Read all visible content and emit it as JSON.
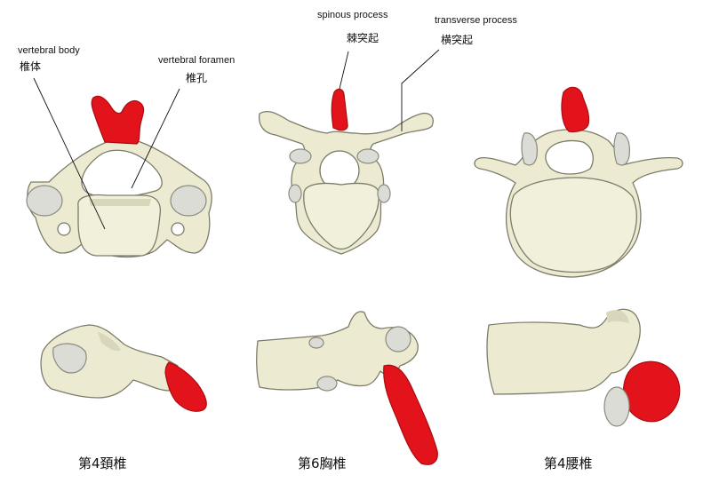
{
  "labels": {
    "vertebral_body_en": "vertebral body",
    "vertebral_body_ja": "椎体",
    "vertebral_foramen_en": "vertebral foramen",
    "vertebral_foramen_ja": "椎孔",
    "spinous_process_en": "spinous process",
    "spinous_process_ja": "棘突起",
    "transverse_process_en": "transverse process",
    "transverse_process_ja": "横突起"
  },
  "captions": {
    "cervical": "第4頚椎",
    "thoracic": "第6胸椎",
    "lumbar": "第4腰椎"
  },
  "colors": {
    "bone": "#ecebd2",
    "bone_outline": "#7d7c6a",
    "spinous_highlight": "#e2131a",
    "facet": "#dcdcd6"
  }
}
